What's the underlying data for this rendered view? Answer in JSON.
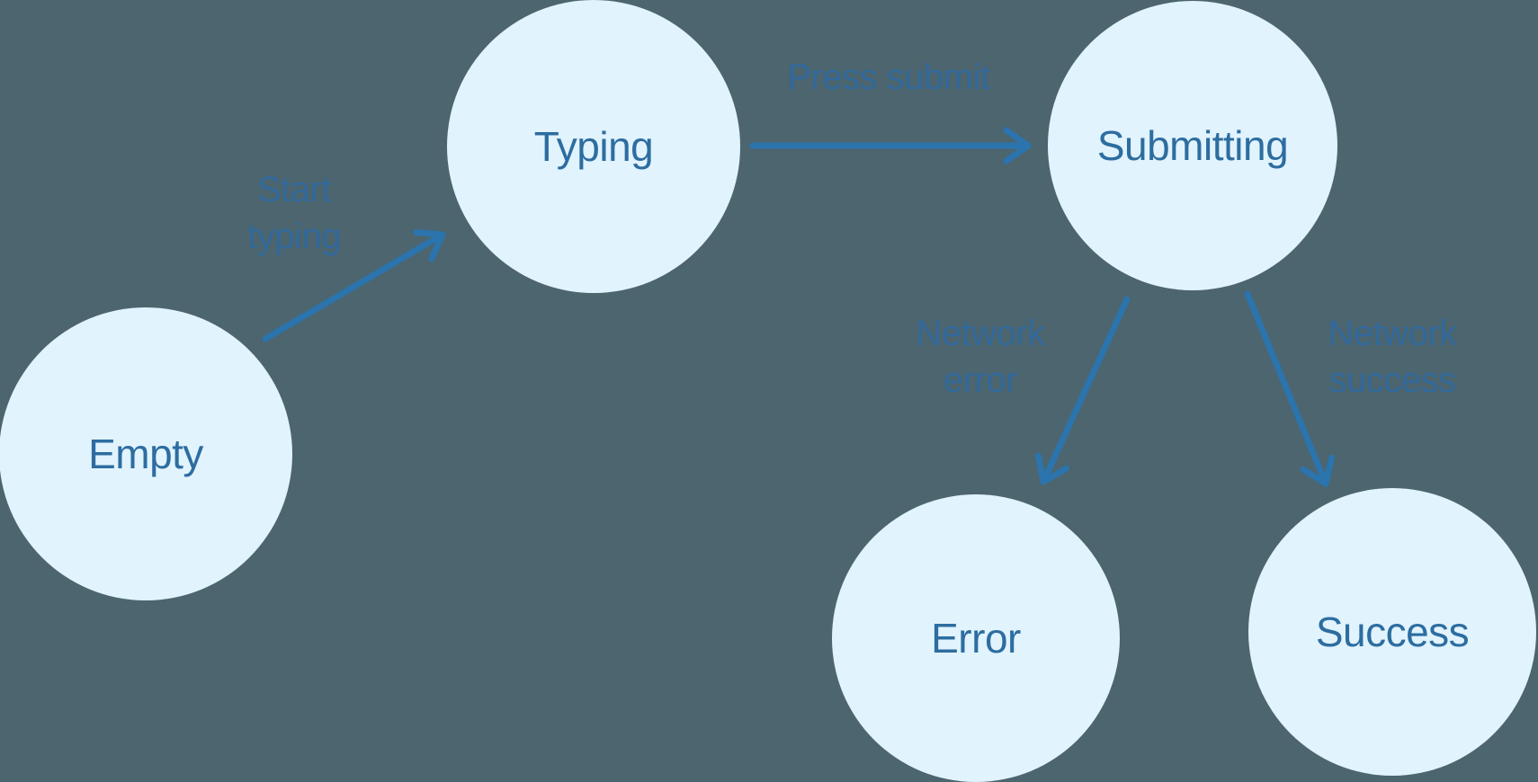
{
  "colors": {
    "background": "#4c656e",
    "node_fill": "#e1f3fd",
    "node_text": "#2d6da0",
    "edge_label": "#32699b",
    "arrow": "#2b74ad"
  },
  "diagram": {
    "type": "state-machine",
    "states": [
      {
        "id": "empty",
        "label": "Empty"
      },
      {
        "id": "typing",
        "label": "Typing"
      },
      {
        "id": "submitting",
        "label": "Submitting"
      },
      {
        "id": "error",
        "label": "Error"
      },
      {
        "id": "success",
        "label": "Success"
      }
    ],
    "transitions": [
      {
        "from": "Empty",
        "to": "Typing",
        "label": "Start typing"
      },
      {
        "from": "Typing",
        "to": "Submitting",
        "label": "Press submit"
      },
      {
        "from": "Submitting",
        "to": "Error",
        "label": "Network error"
      },
      {
        "from": "Submitting",
        "to": "Success",
        "label": "Network success"
      }
    ]
  }
}
